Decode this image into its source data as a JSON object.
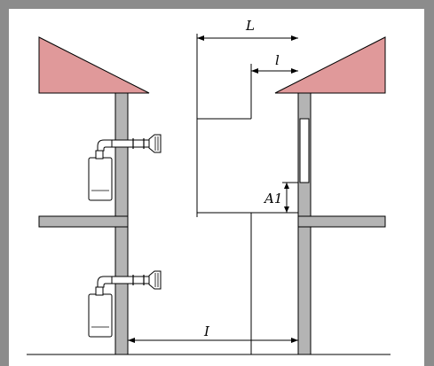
{
  "labels": {
    "L": "L",
    "l": "l",
    "A1": "A1",
    "I": "I"
  },
  "colors": {
    "frame": "#8c8c8c",
    "wall": "#b4b4b4",
    "roof": "#e0999a",
    "outline": "#000000",
    "background": "#ffffff"
  }
}
